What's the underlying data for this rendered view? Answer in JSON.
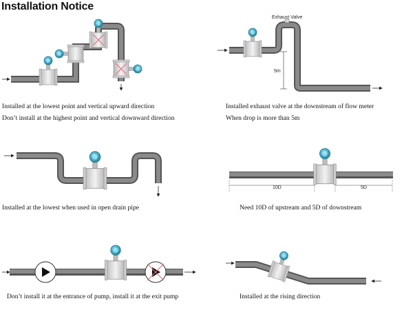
{
  "title": "Installation Notice",
  "colors": {
    "pipe": "#6e6e6e",
    "pipe_highlight": "#a8a8a8",
    "meter_head": "#2aa6c4",
    "flange": "#d6d6d6",
    "bad_mark": "#e8707a"
  },
  "panels": [
    {
      "captions": [
        "Installed at the lowest point and vertical upward direction",
        "Don’t install at the highest point and vertical downward direction"
      ]
    },
    {
      "captions": [
        "Installed exhaust valve at the downstream of flow meter",
        "When drop is more than 5m"
      ],
      "labels": {
        "valve": "Exhaust Valve",
        "drop": "5m"
      }
    },
    {
      "captions": [
        "Installed at the lowest when used in open drain pipe"
      ]
    },
    {
      "captions": [
        "Need 10D of upstream and 5D of downstream"
      ],
      "labels": {
        "upstream": "10D",
        "downstream": "5D"
      }
    },
    {
      "captions": [
        "Don’t install it at the entrance of pump, install it at the exit pump"
      ]
    },
    {
      "captions": [
        "Installed at the rising direction"
      ]
    }
  ]
}
